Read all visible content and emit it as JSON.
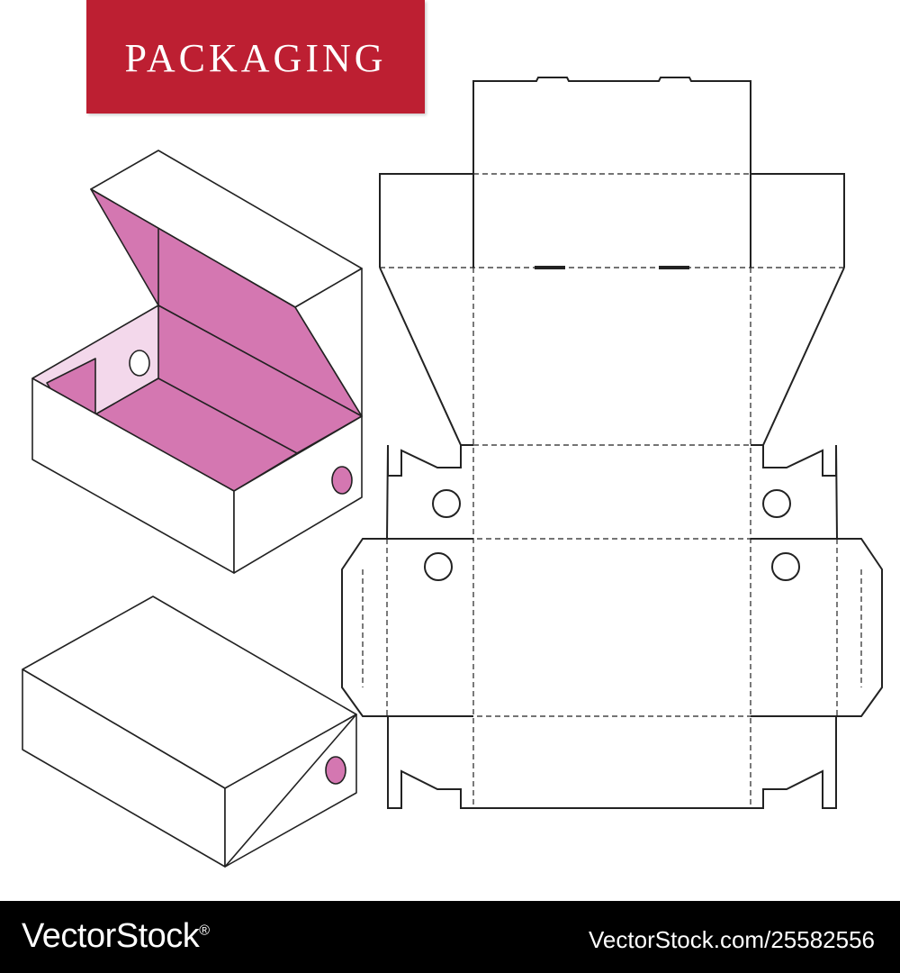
{
  "banner": {
    "title": "PACKAGING",
    "color": "#bd1f32"
  },
  "illustration": {
    "box_interior_color": "#d477b1",
    "box_flap_light_color": "#f3d8eb",
    "line_color": "#222222"
  },
  "footer": {
    "brand": "VectorStock",
    "brand_mark": "®",
    "image_id": "VectorStock.com/25582556"
  }
}
